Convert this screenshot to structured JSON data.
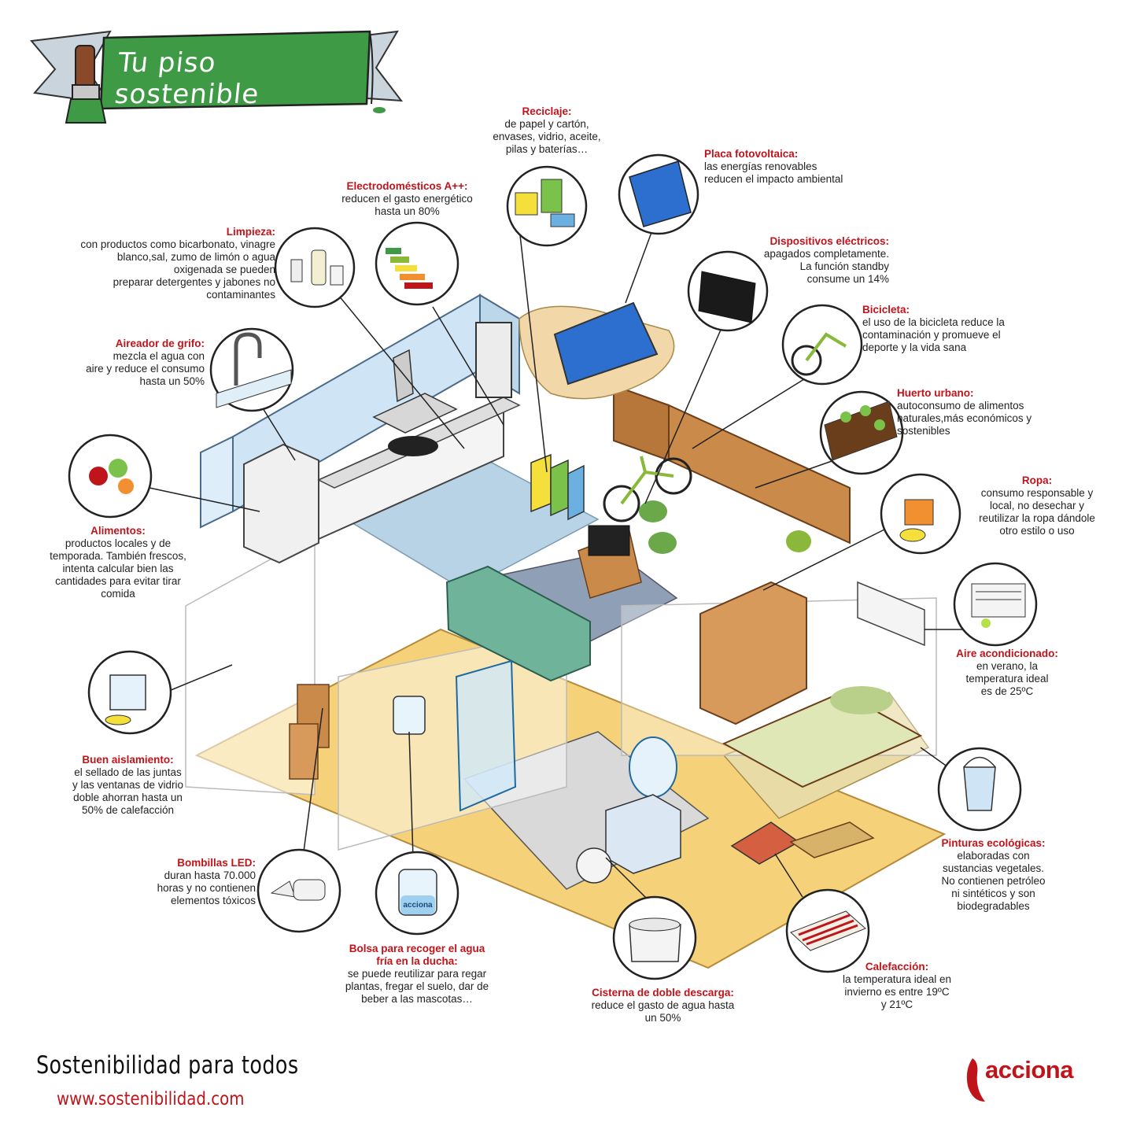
{
  "title": "Tu piso sostenible",
  "colors": {
    "accent": "#c0141b",
    "banner": "#3e9a45",
    "line": "#222222"
  },
  "callouts": {
    "reciclaje": {
      "title": "Reciclaje:",
      "text": "de papel y cartón,\nenvases, vidrio, aceite,\npilas y baterías…",
      "icon": "recycling-bins-icon"
    },
    "placa": {
      "title": "Placa fotovoltaica:",
      "text": "las energías renovables\n reducen el impacto ambiental",
      "icon": "solar-panel-icon"
    },
    "electro": {
      "title": "Electrodomésticos A++:",
      "text": "reducen el gasto energético\nhasta un 80%",
      "icon": "energy-label-icon"
    },
    "limpieza": {
      "title": "Limpieza:",
      "text": "con productos como bicarbonato, vinagre\nblanco,sal, zumo de limón o agua\noxigenada se pueden\npreparar detergentes y jabones no\ncontaminantes",
      "icon": "cleaning-products-icon"
    },
    "dispositivos": {
      "title": "Dispositivos eléctricos:",
      "text": "apagados completamente.\nLa función standby\nconsume un 14%",
      "icon": "tv-icon"
    },
    "bicicleta": {
      "title": "Bicicleta:",
      "text": "el uso de la bicicleta reduce la\ncontaminación y promueve el\ndeporte y la vida sana",
      "icon": "bicycle-icon"
    },
    "aireador": {
      "title": "Aireador de grifo:",
      "text": "mezcla el agua con\naire y reduce el consumo\nhasta un 50%",
      "icon": "faucet-icon"
    },
    "huerto": {
      "title": "Huerto urbano:",
      "text": "autoconsumo de alimentos\nnaturales,más económicos y\nsostenibles",
      "icon": "urban-garden-icon"
    },
    "ropa": {
      "title": "Ropa:",
      "text": "consumo responsable y\nlocal, no desechar y\nreutilizar la ropa dándole\notro estilo o uso",
      "icon": "clothes-icon"
    },
    "alimentos": {
      "title": "Alimentos:",
      "text": "productos locales y de\ntemporada. También frescos,\nintenta calcular bien las\ncantidades para evitar tirar\ncomida",
      "icon": "food-icon"
    },
    "aire": {
      "title": "Aire acondicionado:",
      "text": "en verano, la\ntemperatura ideal\nes de 25ºC",
      "icon": "air-conditioner-icon"
    },
    "aislamiento": {
      "title": "Buen aislamiento:",
      "text": "el sellado de las juntas\ny las ventanas de vidrio\ndoble ahorran hasta un\n50% de calefacción",
      "icon": "double-glazing-icon"
    },
    "pinturas": {
      "title": "Pinturas ecológicas:",
      "text": "elaboradas con\nsustancias vegetales.\nNo contienen petróleo\nni sintéticos y son\nbiodegradables",
      "icon": "paint-bucket-icon"
    },
    "bombillas": {
      "title": "Bombillas LED:",
      "text": "duran hasta 70.000\nhoras y no contienen\nelementos tóxicos",
      "icon": "led-bulb-icon"
    },
    "bolsa": {
      "title": "Bolsa para recoger el agua\nfría en la ducha:",
      "text": "se puede reutilizar para regar\nplantas, fregar el suelo, dar de\nbeber a las mascotas…",
      "icon": "water-bag-icon"
    },
    "cisterna": {
      "title": "Cisterna de doble descarga:",
      "text": "reduce el gasto de agua hasta\nun 50%",
      "icon": "toilet-cistern-icon"
    },
    "calefaccion": {
      "title": "Calefacción:",
      "text": "la temperatura ideal en\ninvierno es entre 19ºC\ny 21ºC",
      "icon": "underfloor-heating-icon"
    }
  },
  "illustration": {
    "bag_label": "acciona"
  },
  "footer": {
    "tagline": "Sostenibilidad para todos",
    "url": "www.sostenibilidad.com",
    "brand": "acciona"
  }
}
